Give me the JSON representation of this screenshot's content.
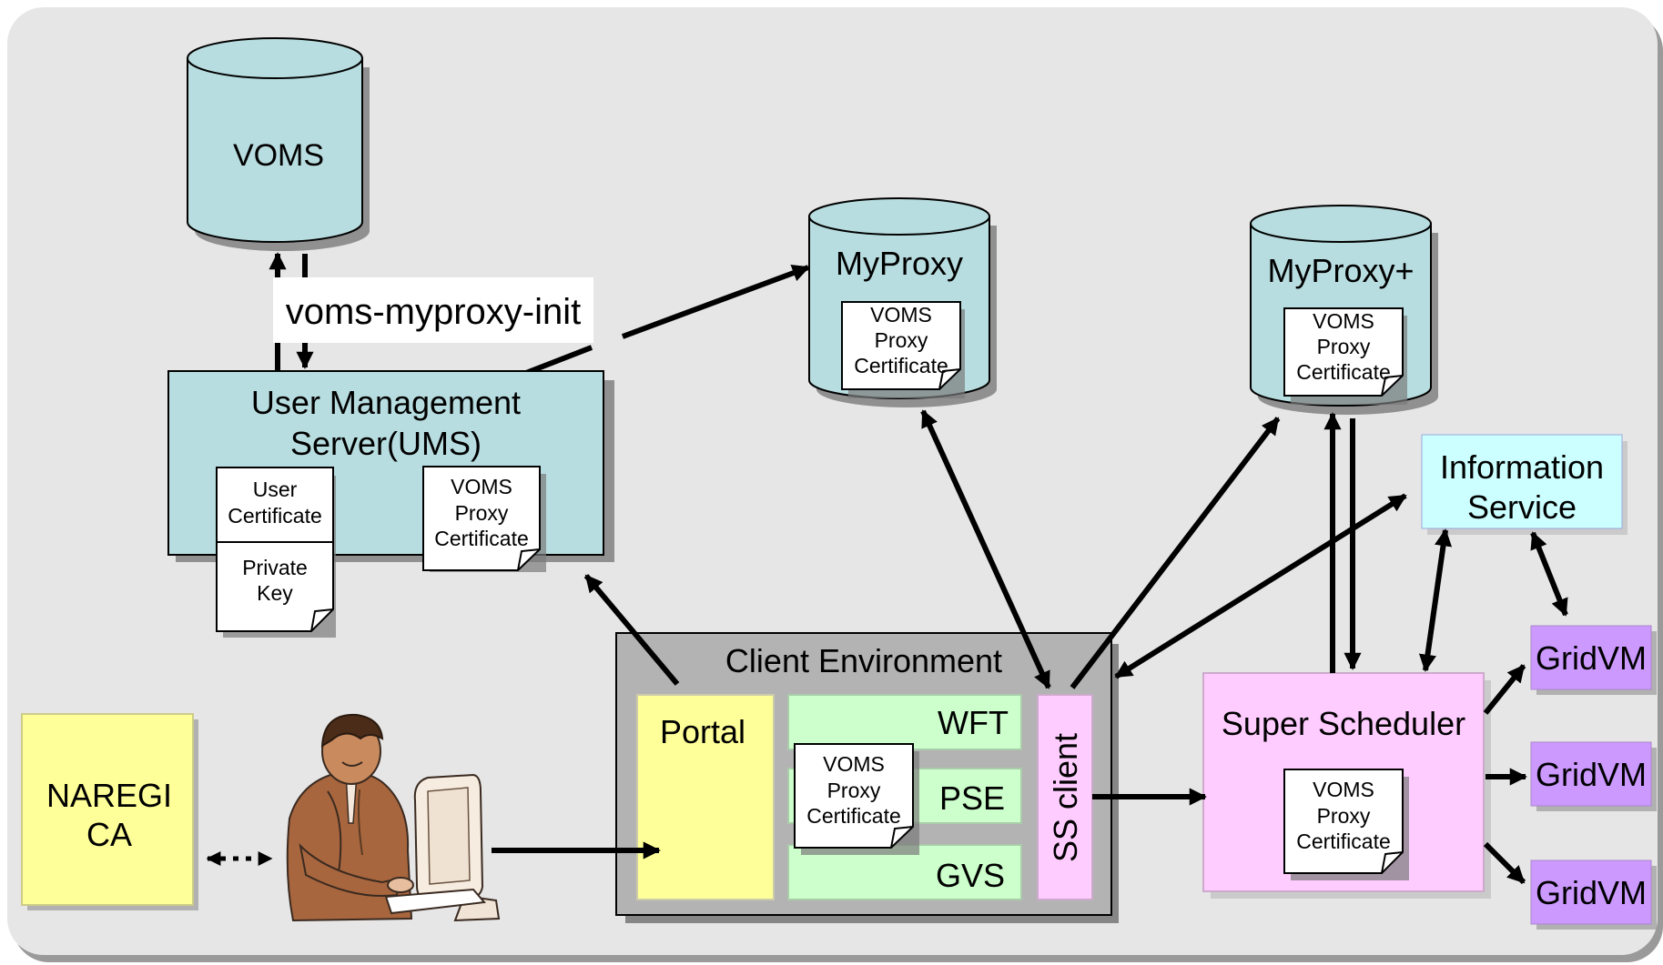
{
  "colors": {
    "background": "#e6e6e6",
    "voms_cylinder": "#b8dde0",
    "ums_box": "#b8dde0",
    "client_env": "#b3b3b3",
    "portal": "#ffff99",
    "tools": "#ccffcc",
    "ss_client": "#ffccff",
    "super_scheduler": "#ffccff",
    "info_service": "#ccffff",
    "gridvm": "#cc99ff",
    "naregi_ca": "#ffff99"
  },
  "voms": {
    "label": "VOMS"
  },
  "command": {
    "label": "voms-myproxy-init"
  },
  "myproxy": {
    "label": "MyProxy",
    "doc": [
      "VOMS",
      "Proxy",
      "Certificate"
    ]
  },
  "myproxy_plus": {
    "label": "MyProxy+",
    "doc": [
      "VOMS",
      "Proxy",
      "Certificate"
    ]
  },
  "ums": {
    "title_line1": "User Management",
    "title_line2": "Server(UMS)",
    "user_cert": [
      "User",
      "Certificate"
    ],
    "private_key": [
      "Private",
      "Key"
    ],
    "proxy_doc": [
      "VOMS",
      "Proxy",
      "Certificate"
    ]
  },
  "info_service": {
    "line1": "Information",
    "line2": "Service"
  },
  "client_env": {
    "title": "Client Environment",
    "portal": "Portal",
    "wft": "WFT",
    "pse": "PSE",
    "gvs": "GVS",
    "proxy_doc": [
      "VOMS",
      "Proxy",
      "Certificate"
    ],
    "ss_client": "SS client"
  },
  "super_scheduler": {
    "label": "Super Scheduler",
    "doc": [
      "VOMS",
      "Proxy",
      "Certificate"
    ]
  },
  "gridvm": [
    "GridVM",
    "GridVM",
    "GridVM"
  ],
  "naregi": {
    "line1": "NAREGI",
    "line2": "CA"
  },
  "user_icon": "user-at-computer-icon"
}
